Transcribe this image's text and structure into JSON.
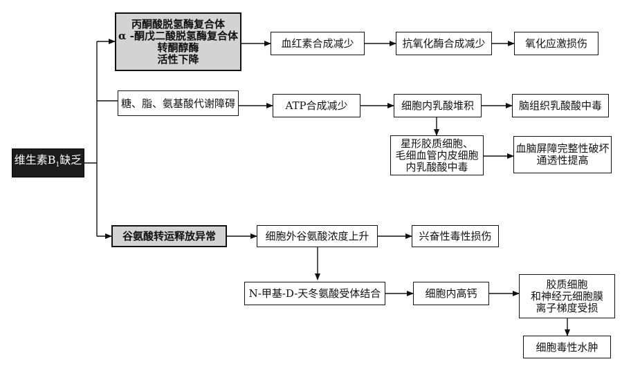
{
  "nodes": {
    "root": {
      "pre": "维生素B",
      "sub": "1",
      "post": "缺乏"
    },
    "enzyme": [
      "丙酮酸脱氢酶复合体",
      "α -酮戊二酸脱氢酶复合体",
      "转酮醇酶",
      "活性下降"
    ],
    "heme": "血红素合成减少",
    "antiox": "抗氧化酶合成减少",
    "oxstress": "氧化应激损伤",
    "metab": "糖、脂、氨基酸代谢障碍",
    "atp": "ATP合成减少",
    "lactate_in": "细胞内乳酸堆积",
    "brain_lactate": "脑组织乳酸酸中毒",
    "astro": [
      "星形胶质细胞、",
      "毛细血管内皮细胞",
      "内乳酸酸中毒"
    ],
    "bbb": [
      "血脑屏障完整性破坏",
      "通透性提高"
    ],
    "glu": "谷氨酸转运释放异常",
    "glu_ext": "细胞外谷氨酸浓度上升",
    "excit": "兴奋性毒性损伤",
    "nmda": "N-甲基-D-天冬氨酸受体结合",
    "calcium": "细胞内高钙",
    "glia": [
      "胶质细胞",
      "和神经元细胞膜",
      "离子梯度受损"
    ],
    "edema": "细胞毒性水肿"
  }
}
